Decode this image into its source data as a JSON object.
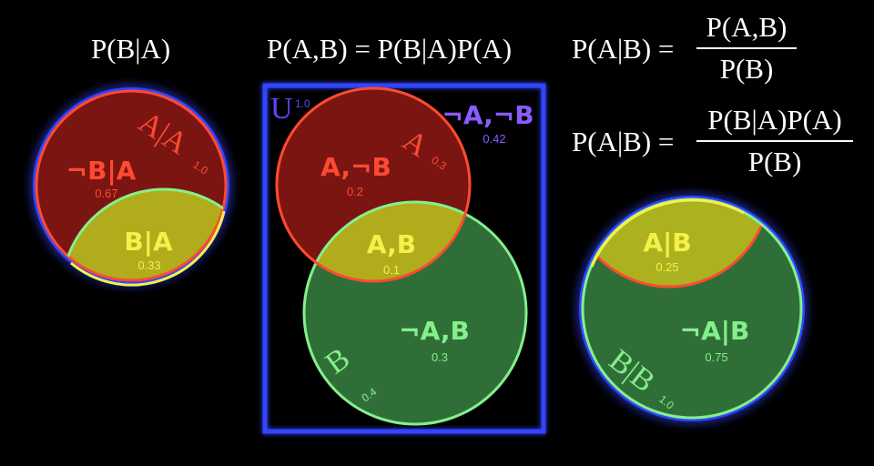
{
  "formulas": {
    "left": "P(B|A)",
    "middle": "P(A,B) = P(B|A)P(A)",
    "right1_lhs": "P(A|B) =",
    "right1_num": "P(A,B)",
    "right1_den": "P(B)",
    "right2_lhs": "P(A|B) =",
    "right2_num": "P(B|A)P(A)",
    "right2_den": "P(B)"
  },
  "left_diagram": {
    "circle_label": "A|A",
    "circle_prob": "1.0",
    "not_b_label": "¬B|A",
    "not_b_value": "0.67",
    "b_label": "B|A",
    "b_value": "0.33"
  },
  "middle_diagram": {
    "universe_label": "U",
    "universe_prob": "1.0",
    "not_a_not_b_label": "¬A,¬B",
    "not_a_not_b_value": "0.42",
    "a_circle_label": "A",
    "a_circle_prob": "0.3",
    "a_not_b_label": "A,¬B",
    "a_not_b_value": "0.2",
    "ab_label": "A,B",
    "ab_value": "0.1",
    "not_a_b_label": "¬A,B",
    "not_a_b_value": "0.3",
    "b_circle_label": "B",
    "b_circle_prob": "0.4"
  },
  "right_diagram": {
    "a_label": "A|B",
    "a_value": "0.25",
    "not_a_label": "¬A|B",
    "not_a_value": "0.75",
    "circle_label": "B|B",
    "circle_prob": "1.0"
  },
  "colors": {
    "background": "#000000",
    "red_fill": "#7a1512",
    "red_stroke": "#ff4a32",
    "green_fill": "#2f6f37",
    "green_stroke": "#84f08c",
    "yellow_fill": "#b3b41d",
    "yellow_text": "#f4f24a",
    "blue_glow": "#3344ff",
    "universe_text": "#5b46ff",
    "not_a_not_b_text": "#8a5cff"
  }
}
